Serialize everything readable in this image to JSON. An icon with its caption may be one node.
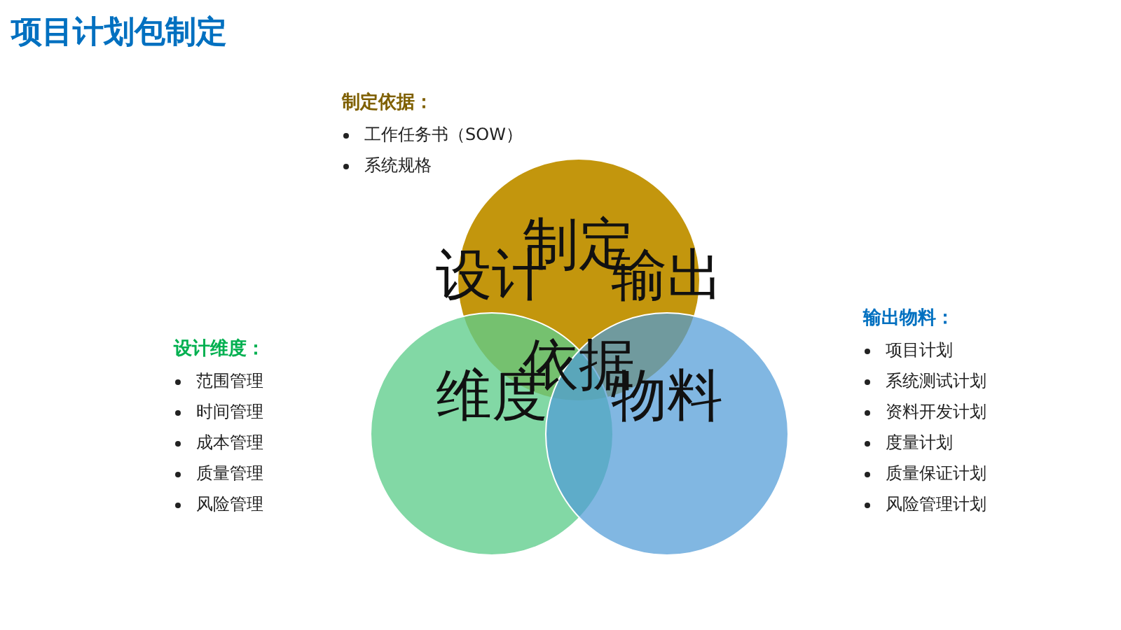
{
  "diagram": {
    "title": "项目计划包制定",
    "nodes": [
      {
        "text": [
          "制定依据"
        ]
      },
      {
        "text": [
          "设计维度"
        ]
      },
      {
        "text": [
          "输出物料"
        ]
      }
    ],
    "labels": [
      "制定依据：",
      "工作任务书（SOW）",
      "系统规格",
      "设计维度：",
      "范围管理",
      "时间管理",
      "成本管理",
      "质量管理",
      "风险管理",
      "输出物料：",
      "项目计划",
      "系统测试计划",
      "资料开发计划",
      "度量计划",
      "质量保证计划",
      "风险管理计划"
    ]
  }
}
